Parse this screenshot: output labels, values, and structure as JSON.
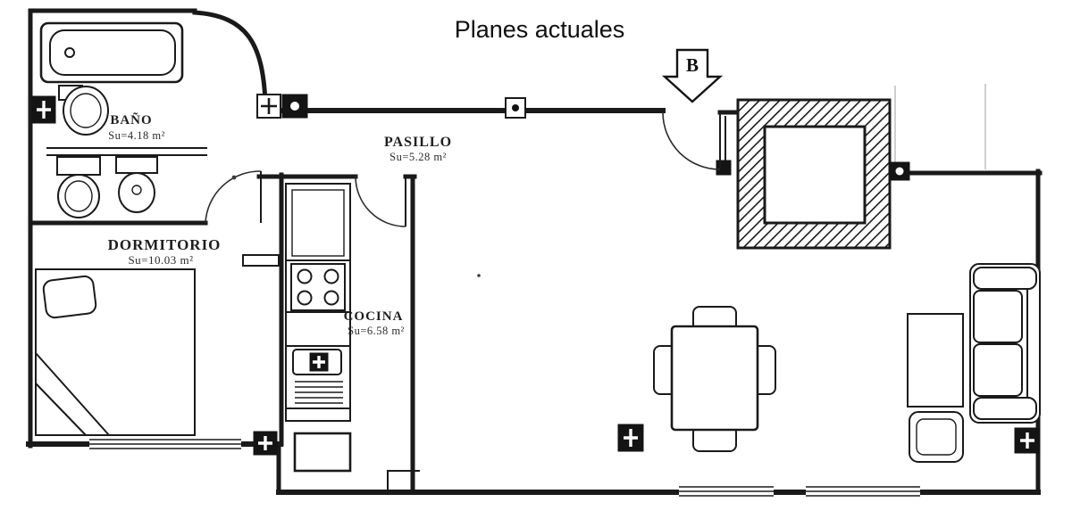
{
  "title": "Planes actuales",
  "north_arrow": {
    "label": "B"
  },
  "rooms": {
    "bano": {
      "name": "BAÑO",
      "area": "Su=4.18 m²"
    },
    "pasillo": {
      "name": "PASILLO",
      "area": "Su=5.28 m²"
    },
    "dormitorio": {
      "name": "DORMITORIO",
      "area": "Su=10.03 m²"
    },
    "cocina": {
      "name": "COCINA",
      "area": "Su=6.58 m²"
    }
  },
  "colors": {
    "ink": "#1a1a1a",
    "paper": "#ffffff"
  }
}
